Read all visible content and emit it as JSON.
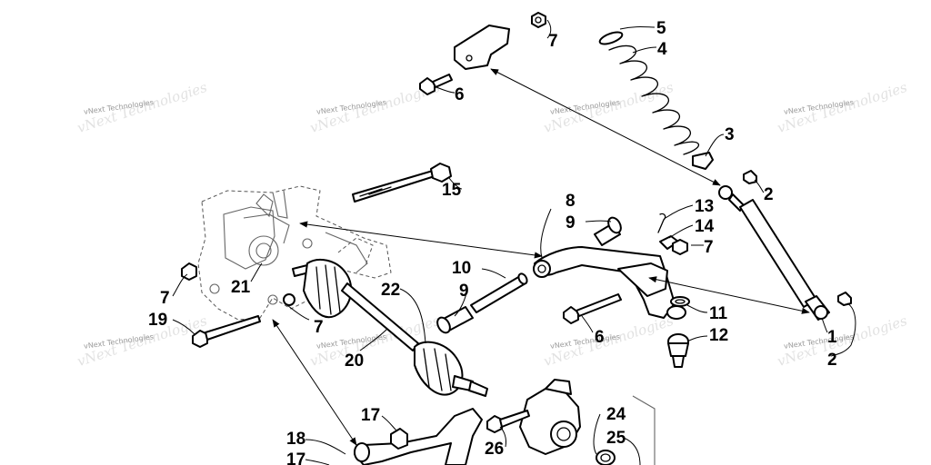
{
  "diagram": {
    "type": "exploded-parts-diagram",
    "watermark_text": "vNext Technologies",
    "callouts": [
      {
        "id": "c1",
        "label": "1"
      },
      {
        "id": "c2a",
        "label": "2"
      },
      {
        "id": "c2b",
        "label": "2"
      },
      {
        "id": "c3",
        "label": "3"
      },
      {
        "id": "c4",
        "label": "4"
      },
      {
        "id": "c5",
        "label": "5"
      },
      {
        "id": "c6a",
        "label": "6"
      },
      {
        "id": "c6b",
        "label": "6"
      },
      {
        "id": "c7a",
        "label": "7"
      },
      {
        "id": "c7b",
        "label": "7"
      },
      {
        "id": "c7c",
        "label": "7"
      },
      {
        "id": "c7d",
        "label": "7"
      },
      {
        "id": "c8",
        "label": "8"
      },
      {
        "id": "c9a",
        "label": "9"
      },
      {
        "id": "c9b",
        "label": "9"
      },
      {
        "id": "c10",
        "label": "10"
      },
      {
        "id": "c11",
        "label": "11"
      },
      {
        "id": "c12",
        "label": "12"
      },
      {
        "id": "c13",
        "label": "13"
      },
      {
        "id": "c14",
        "label": "14"
      },
      {
        "id": "c15",
        "label": "15"
      },
      {
        "id": "c17a",
        "label": "17"
      },
      {
        "id": "c17b",
        "label": "17"
      },
      {
        "id": "c18",
        "label": "18"
      },
      {
        "id": "c19",
        "label": "19"
      },
      {
        "id": "c20",
        "label": "20"
      },
      {
        "id": "c21",
        "label": "21"
      },
      {
        "id": "c22",
        "label": "22"
      },
      {
        "id": "c24",
        "label": "24"
      },
      {
        "id": "c25",
        "label": "25"
      },
      {
        "id": "c26",
        "label": "26"
      }
    ]
  }
}
